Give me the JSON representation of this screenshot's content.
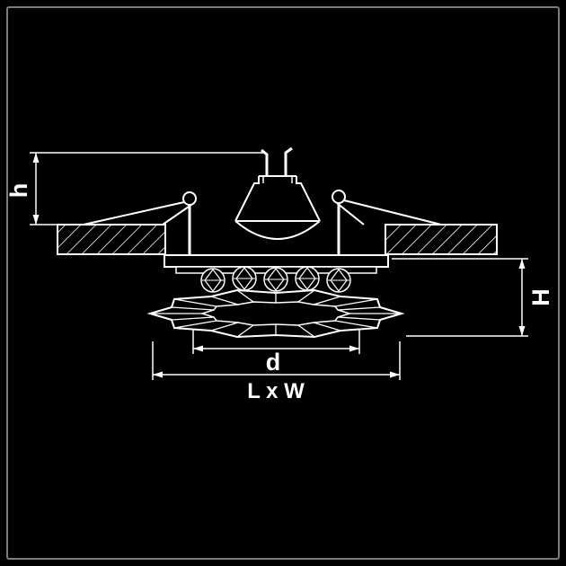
{
  "canvas": {
    "background": "#000000",
    "line_color": "#ffffff",
    "frame_color": "#7c7c7c",
    "text_color": "#ffffff"
  },
  "diagram": {
    "dimensions": {
      "height_above": "h",
      "height_below": "H",
      "diameter": "d",
      "footprint": "L x W"
    }
  }
}
